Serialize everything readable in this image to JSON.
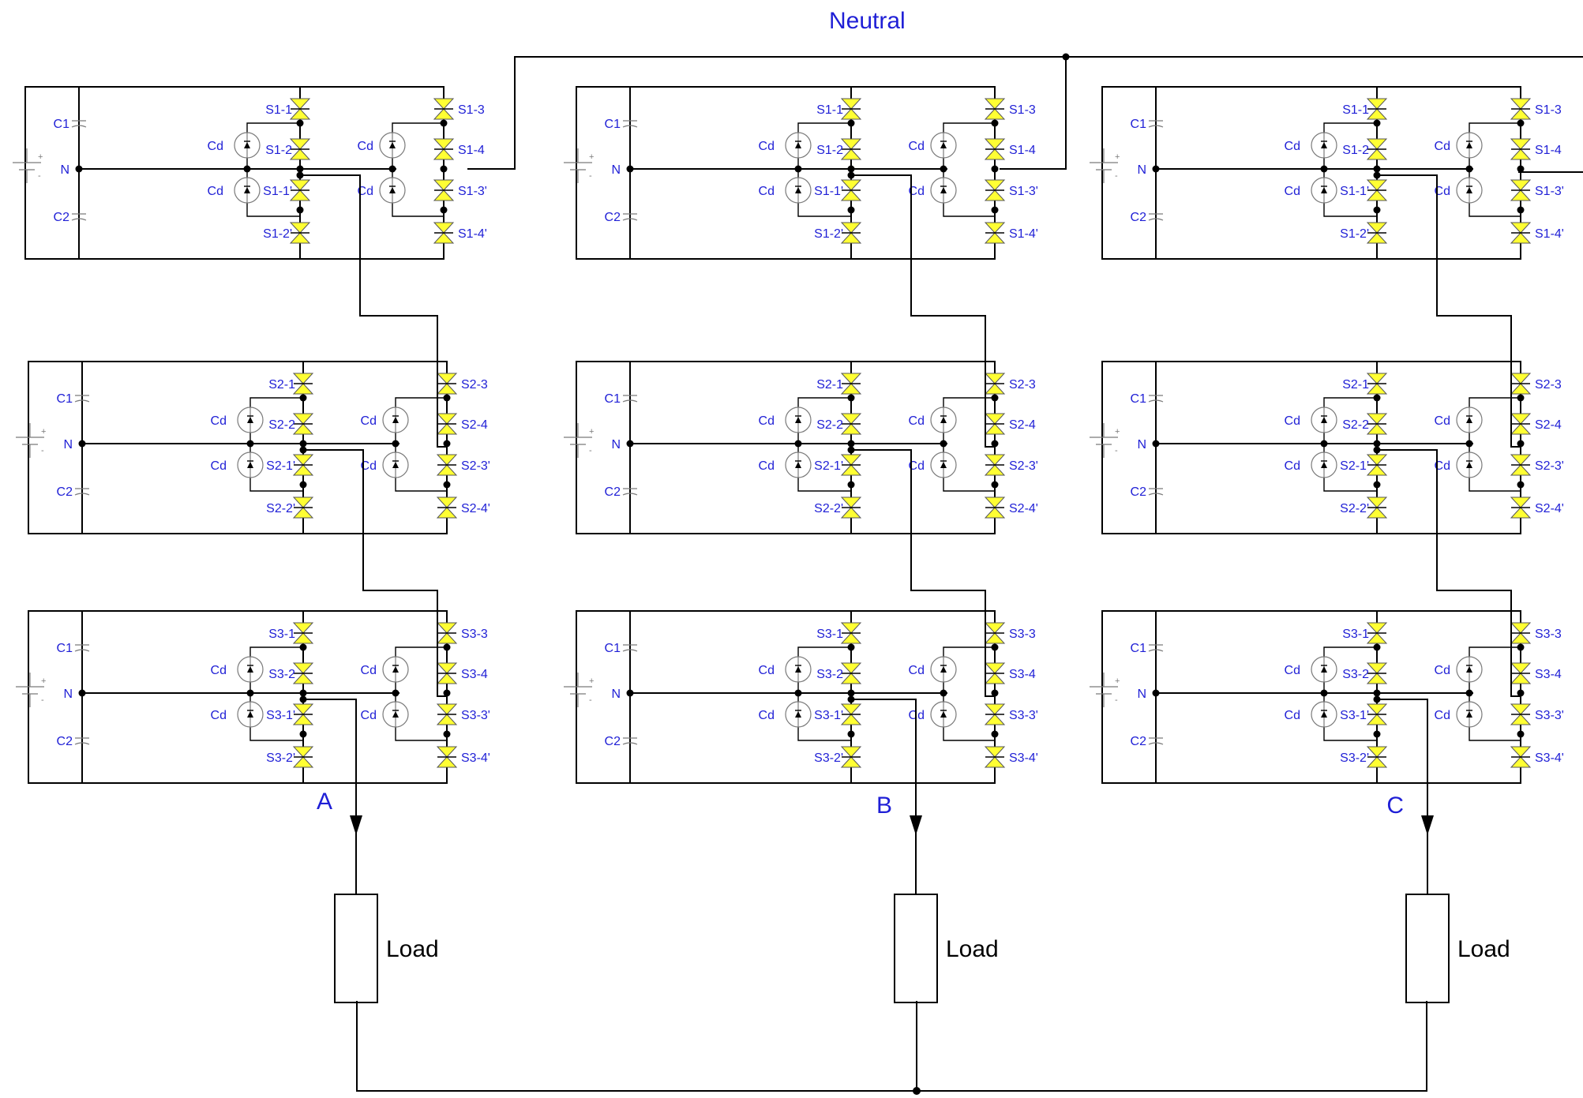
{
  "title": "Neutral",
  "node_label": "N",
  "capacitor_labels": [
    "C1",
    "C2"
  ],
  "clamp_diode_label": "Cd",
  "phases": [
    {
      "name": "A",
      "load_label": "Load"
    },
    {
      "name": "B",
      "load_label": "Load"
    },
    {
      "name": "C",
      "load_label": "Load"
    }
  ],
  "stages": [
    {
      "left_switches": [
        "S1-1",
        "S1-2",
        "S1-1'",
        "S1-2'"
      ],
      "right_switches": [
        "S1-3",
        "S1-4",
        "S1-3'",
        "S1-4'"
      ]
    },
    {
      "left_switches": [
        "S2-1",
        "S2-2",
        "S2-1'",
        "S2-2'"
      ],
      "right_switches": [
        "S2-3",
        "S2-4",
        "S2-3'",
        "S2-4'"
      ]
    },
    {
      "left_switches": [
        "S3-1",
        "S3-2",
        "S3-1'",
        "S3-2'"
      ],
      "right_switches": [
        "S3-3",
        "S3-4",
        "S3-3'",
        "S3-4'"
      ]
    }
  ],
  "colors": {
    "wire": "#000000",
    "label": "#1f1fd6",
    "switch_fill": "#ffff33",
    "component": "#7a7a7a"
  }
}
